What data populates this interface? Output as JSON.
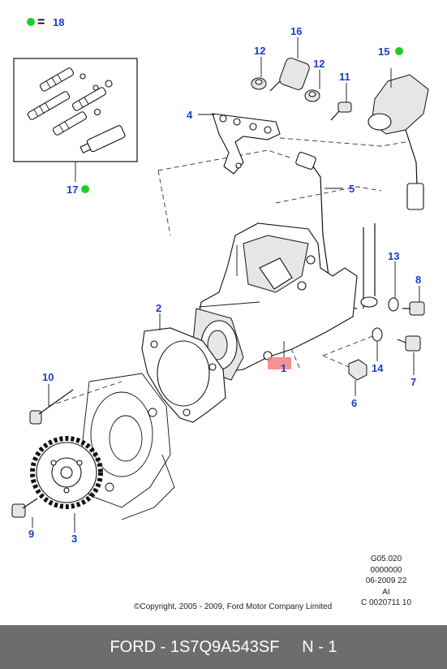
{
  "legend": {
    "symbol": "=",
    "number": "18",
    "dot_color": "#22cc22"
  },
  "callouts": {
    "c1": "1",
    "c2": "2",
    "c3": "3",
    "c4": "4",
    "c5": "5",
    "c6": "6",
    "c7": "7",
    "c8": "8",
    "c9": "9",
    "c10": "10",
    "c11": "11",
    "c12a": "12",
    "c12b": "12",
    "c13": "13",
    "c14": "14",
    "c15": "15",
    "c16": "16",
    "c17": "17"
  },
  "colors": {
    "callout": "#1a3fc4",
    "highlight": "#f08080",
    "footer_bg": "#6d6d6d"
  },
  "meta": {
    "line1": "G05.020",
    "line2": "0000000",
    "line3": "06-2009 22",
    "line4": "AI",
    "line5": "C 0020711 10"
  },
  "copyright": "©Copyright, 2005 - 2009, Ford Motor Company Limited",
  "footer": {
    "brand": "FORD",
    "sep": " - ",
    "part_number": "1S7Q9A543SF",
    "qty": "N - 1"
  }
}
